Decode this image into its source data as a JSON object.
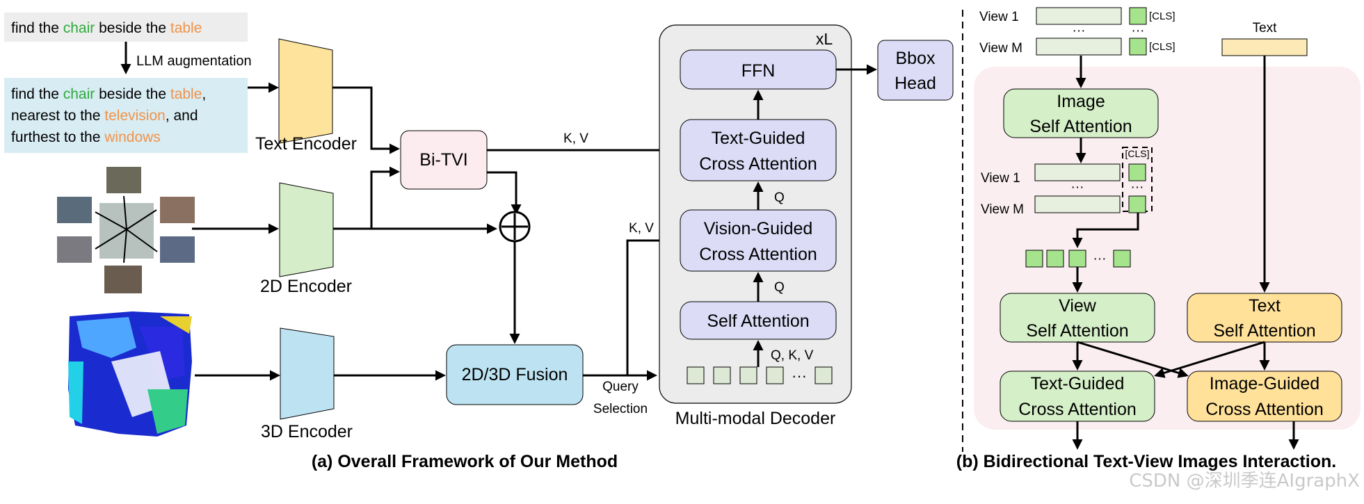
{
  "query": {
    "short": [
      "find the ",
      "chair",
      " beside the ",
      "table"
    ],
    "augment_label": "LLM augmentation",
    "line1": [
      "find the ",
      "chair",
      " beside the ",
      "table",
      ","
    ],
    "line2": [
      "nearest to the ",
      "television",
      ", and"
    ],
    "line3": [
      "furthest to the ",
      "windows"
    ]
  },
  "encoders": {
    "text": "Text Encoder",
    "twod": "2D Encoder",
    "threed": "3D Encoder"
  },
  "bitvi": "Bi-TVI",
  "fusion": "2D/3D Fusion",
  "query_selection": [
    "Query",
    "Selection"
  ],
  "kv_label": "K, V",
  "kv_label2": "K, V",
  "decoder": {
    "repeat": "xL",
    "ffn": "FFN",
    "text_guided": [
      "Text-Guided",
      "Cross Attention"
    ],
    "vision_guided": [
      "Vision-Guided",
      "Cross Attention"
    ],
    "self_attention": "Self Attention",
    "q1": "Q",
    "q2": "Q",
    "qkv": "Q, K, V",
    "dots": "···",
    "name": "Multi-modal Decoder"
  },
  "bbox_head": [
    "Bbox",
    "Head"
  ],
  "caption_a": "(a) Overall Framework of Our Method",
  "right": {
    "view1": "View 1",
    "viewM": "View M",
    "cls": "[CLS]",
    "text": "Text",
    "dots": "···",
    "image_self": [
      "Image",
      "Self Attention"
    ],
    "view1b": "View 1",
    "viewMb": "View M",
    "view_self": [
      "View",
      "Self Attention"
    ],
    "text_self": [
      "Text",
      "Self Attention"
    ],
    "text_guided": [
      "Text-Guided",
      "Cross Attention"
    ],
    "image_guided": [
      "Image-Guided",
      "Cross Attention"
    ]
  },
  "caption_b": "(b) Bidirectional Text-View Images Interaction.",
  "watermark": "CSDN @深圳季连AIgraphX",
  "colors": {
    "green_word": "#2eaa3c",
    "orange_word": "#f0934a",
    "text_encoder": "#fde39b",
    "encoder_2d": "#d5edc9",
    "encoder_3d": "#bde3f2",
    "bitvi": "#fcebef",
    "fusion": "#bde3f2",
    "decoder_bg": "#ececec",
    "decoder_box": "#dcdcf7",
    "green_box": "#d5efc8",
    "yellow_box": "#ffe19a",
    "pink_panel": "#faeef1",
    "token_green": "#a6e38d",
    "query_bg": "#ededed",
    "augmented_bg": "#d8ecf3"
  }
}
